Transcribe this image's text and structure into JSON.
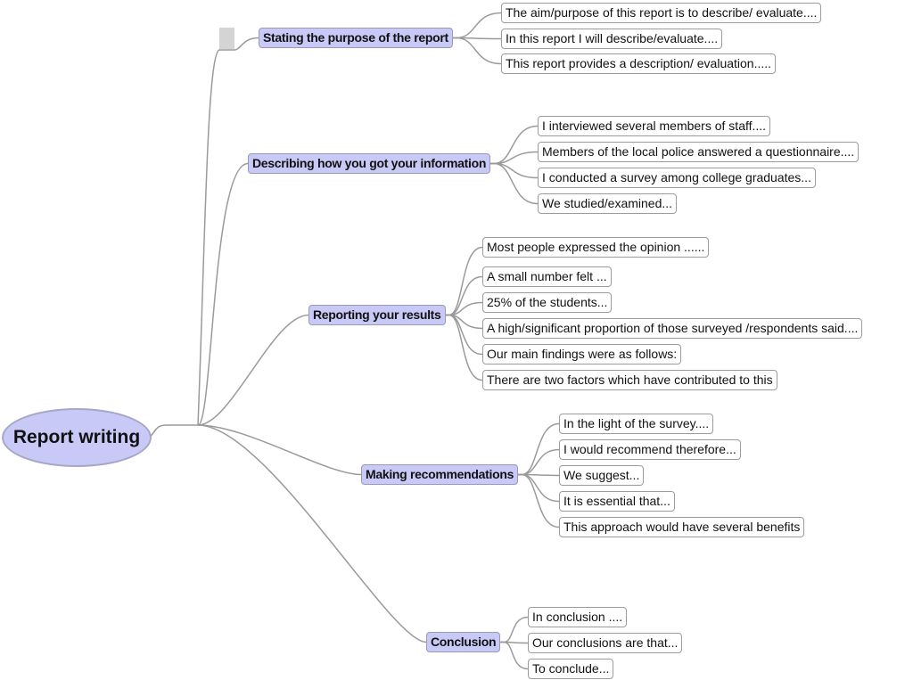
{
  "root": {
    "label": "Report writing"
  },
  "branches": [
    {
      "label": "Stating the purpose of the report",
      "children": [
        "The aim/purpose of this report is to describe/ evaluate....",
        "In this report I will describe/evaluate....",
        "This report provides a description/ evaluation....."
      ]
    },
    {
      "label": "Describing how you got your information",
      "children": [
        "I interviewed several members of staff....",
        "Members of the local police answered a questionnaire....",
        "I conducted a survey among college graduates...",
        "We studied/examined..."
      ]
    },
    {
      "label": "Reporting your results",
      "children": [
        "Most people expressed the opinion ......",
        "A small number felt ...",
        "25% of the students...",
        "A high/significant proportion  of those surveyed /respondents  said....",
        "Our main findings were as follows:",
        "There are two factors which have contributed to this"
      ]
    },
    {
      "label": "Making recommendations",
      "children": [
        "In the light of the survey....",
        "I would recommend therefore...",
        "We suggest...",
        "It is essential that...",
        "This approach would have several benefits"
      ]
    },
    {
      "label": "Conclusion",
      "children": [
        "In conclusion ....",
        "Our conclusions are that...",
        "To conclude..."
      ]
    }
  ],
  "colors": {
    "node_fill": "#c9c9f7",
    "edge": "#9a9a9a"
  }
}
